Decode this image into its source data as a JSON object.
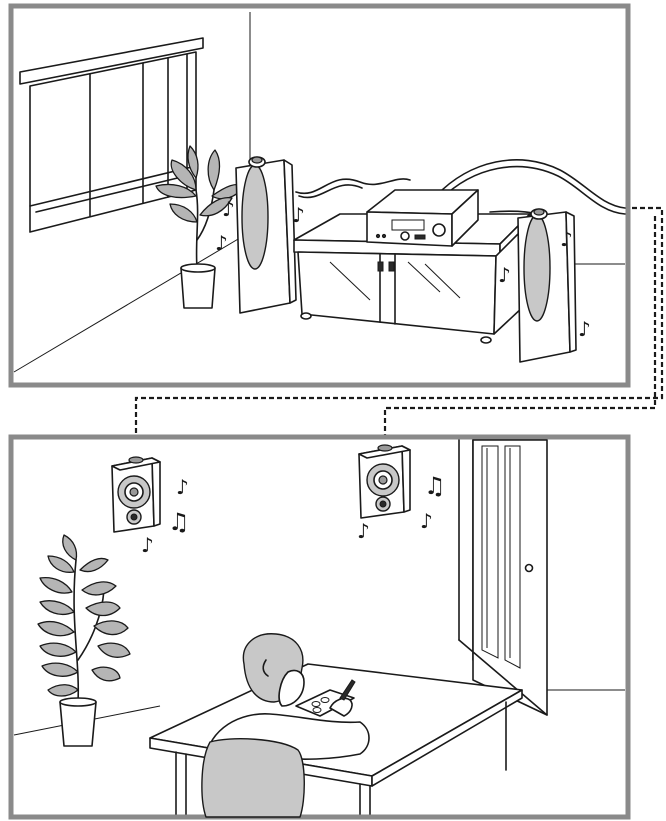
{
  "figure": {
    "panels": [
      {
        "id": "main-room",
        "shows": "listening room with receiver on TV stand and two floor-standing speakers"
      },
      {
        "id": "second-room",
        "shows": "second room with two bookshelf speakers and a person writing at a desk"
      }
    ],
    "connection": {
      "style": "dashed",
      "from": "main-room",
      "to": "second-room"
    },
    "colors": {
      "frame": "#8a8a8a",
      "line": "#1a1a1a",
      "fill_grey": "#c8c8c8"
    },
    "icons": [
      "music-note-icon",
      "plant-icon",
      "speaker-icon",
      "receiver-icon"
    ]
  }
}
